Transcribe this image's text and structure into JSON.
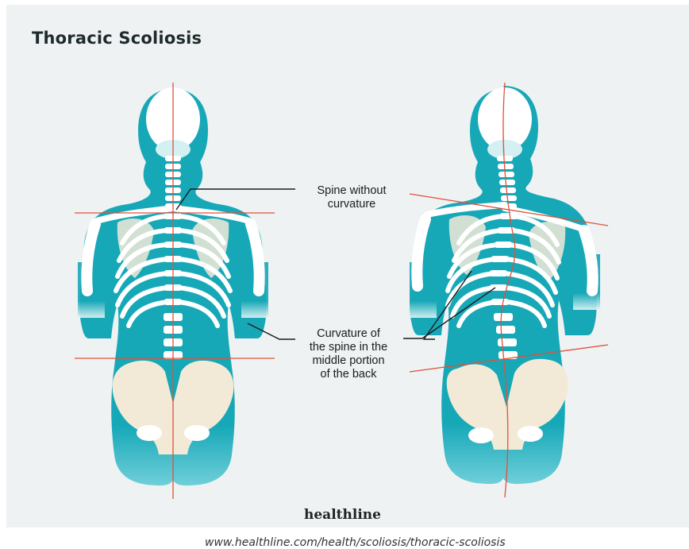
{
  "title": "Thoracic Scoliosis",
  "labels": {
    "normal_spine": [
      "Spine without",
      "curvature"
    ],
    "curved_spine": [
      "Curvature of",
      "the spine in the",
      "middle portion",
      "of the back"
    ]
  },
  "brand": "healthline",
  "source_url": "www.healthline.com/health/scoliosis/thoracic-scoliosis",
  "colors": {
    "body": "#17a8b8",
    "body_dark": "#0e8f9e",
    "highlight": "#d5f0f2",
    "bone": "#ffffff",
    "pelvis": "#f2ead7",
    "reference_line": "#e0513a",
    "panel": "#eef2f3"
  }
}
